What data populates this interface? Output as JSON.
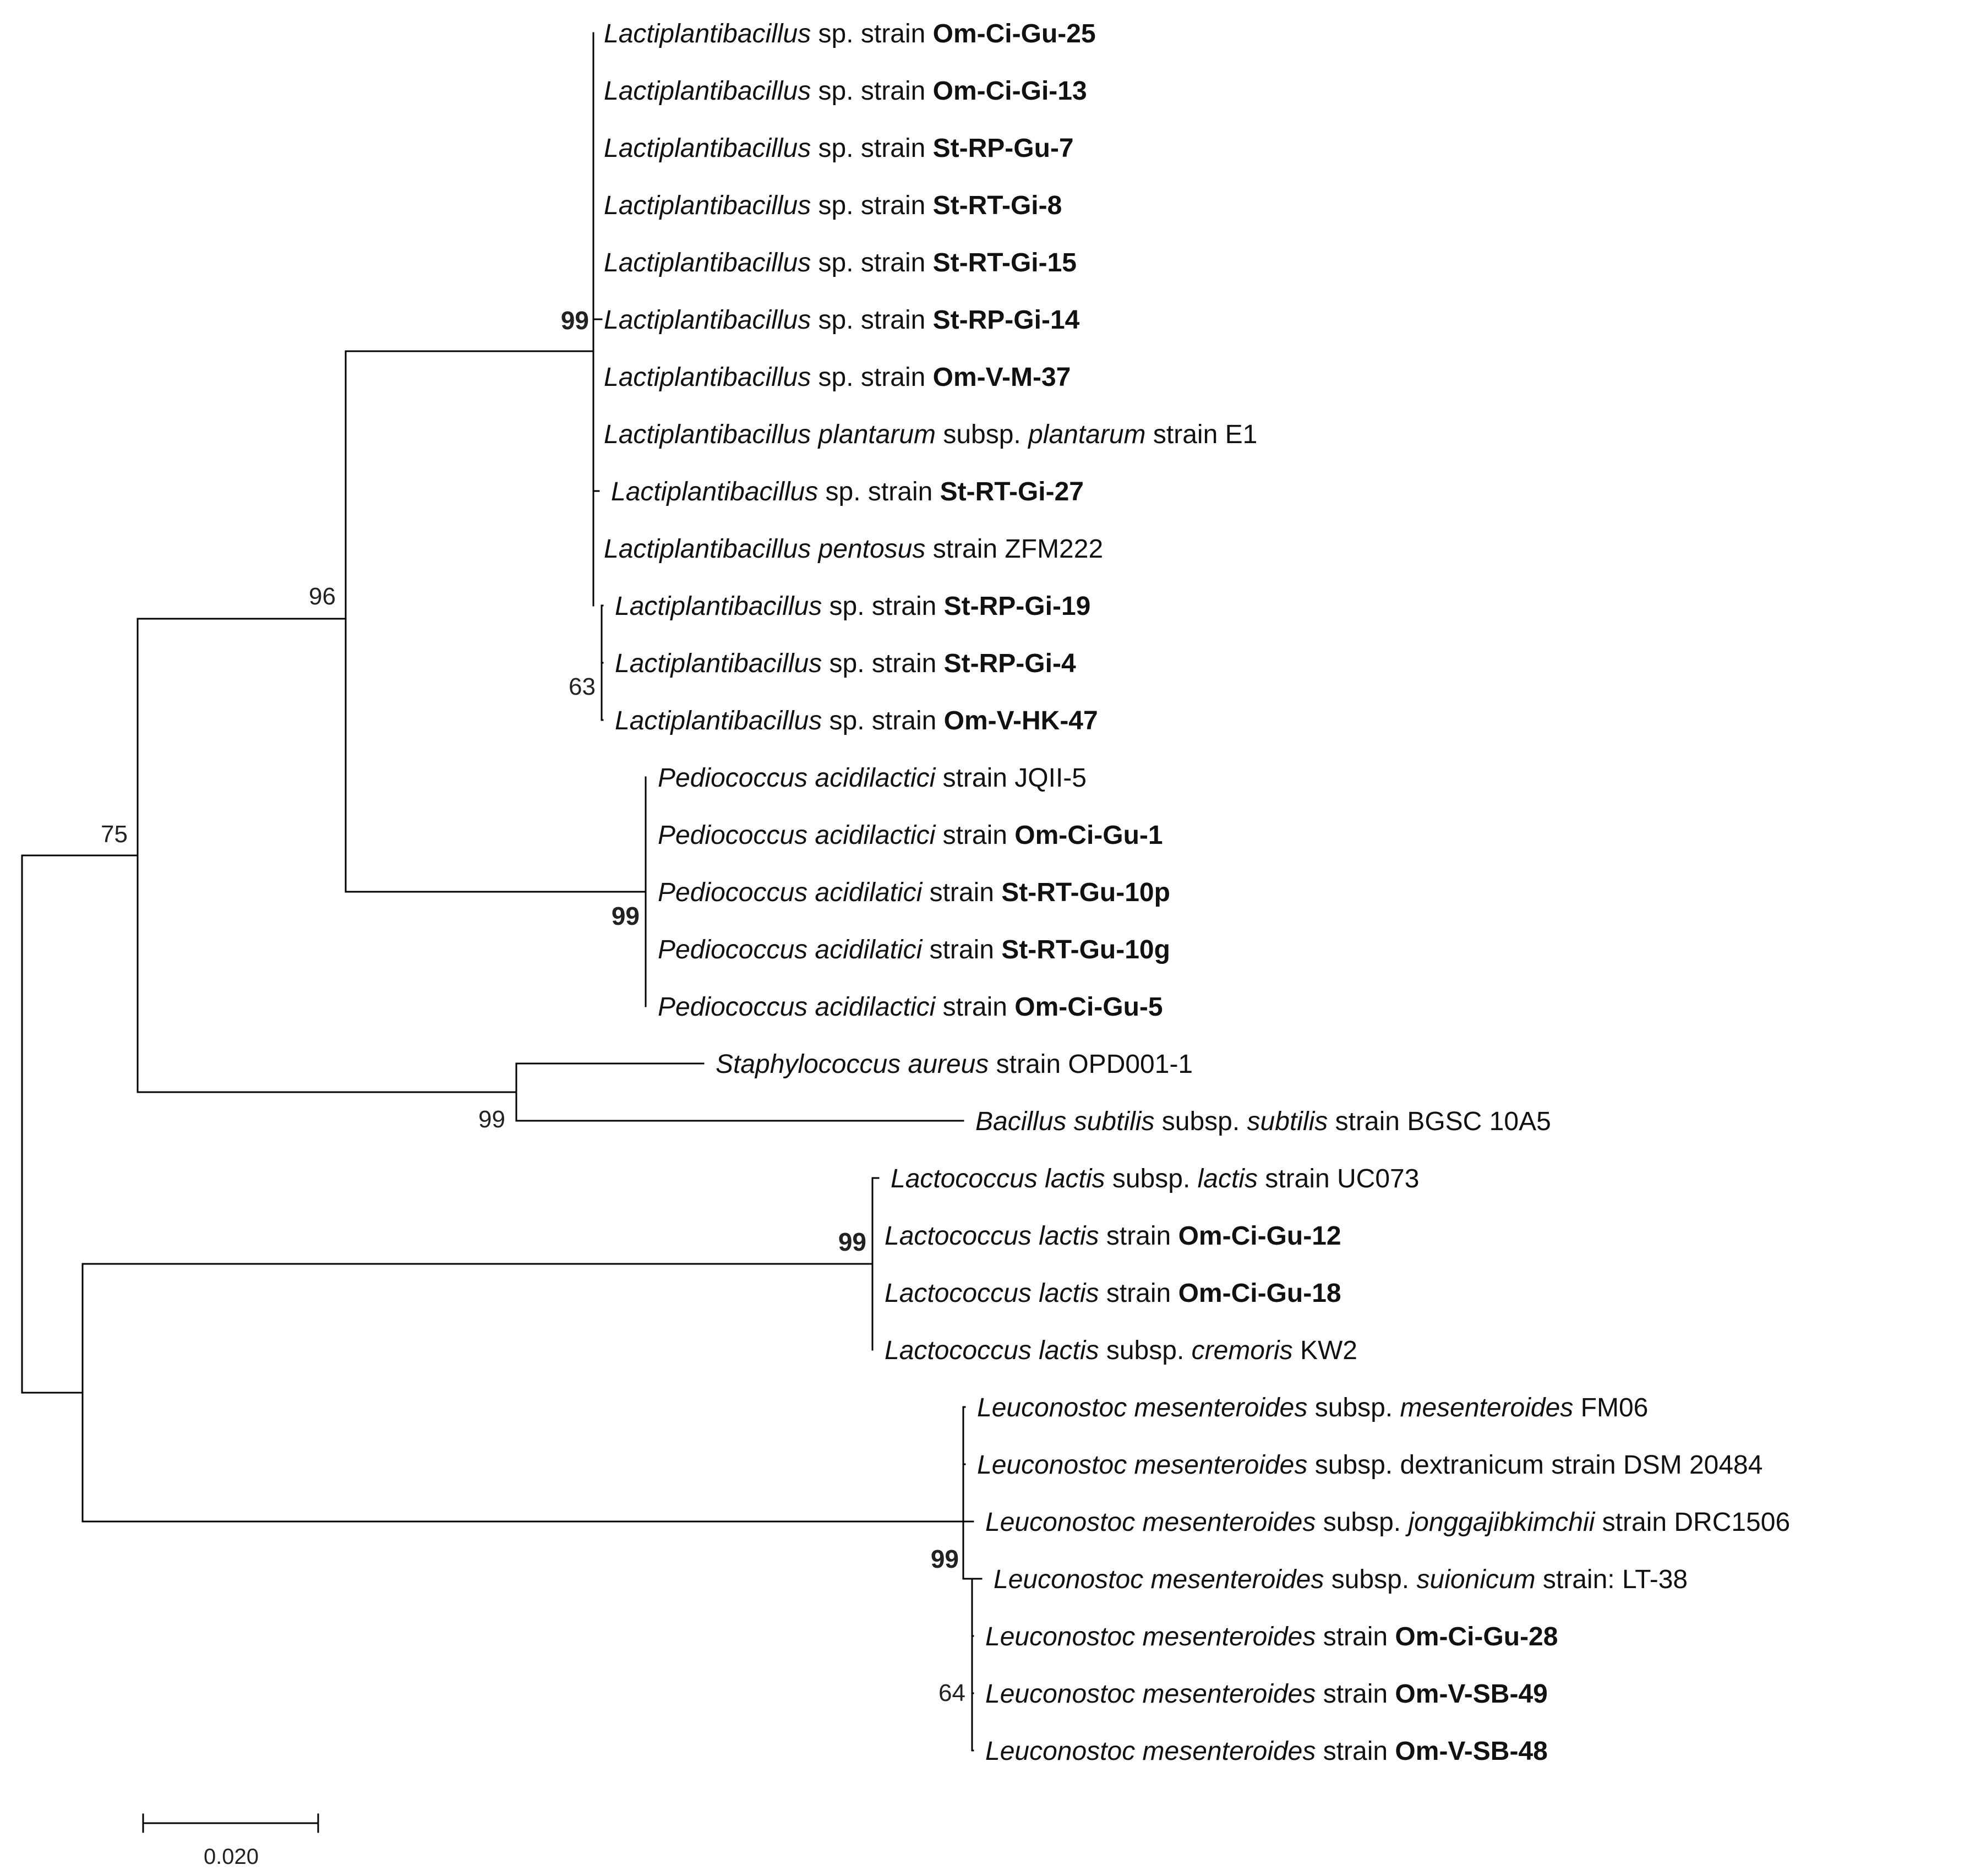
{
  "tree": {
    "leaves": [
      {
        "parts": [
          {
            "t": "Lactiplantibacillus",
            "s": "i"
          },
          {
            "t": " sp. strain "
          },
          {
            "t": "Om-Ci-Gu-25",
            "s": "b"
          }
        ]
      },
      {
        "parts": [
          {
            "t": "Lactiplantibacillus",
            "s": "i"
          },
          {
            "t": " sp. strain "
          },
          {
            "t": "Om-Ci-Gi-13",
            "s": "b"
          }
        ]
      },
      {
        "parts": [
          {
            "t": "Lactiplantibacillus",
            "s": "i"
          },
          {
            "t": " sp. strain "
          },
          {
            "t": "St-RP-Gu-7",
            "s": "b"
          }
        ]
      },
      {
        "parts": [
          {
            "t": "Lactiplantibacillus",
            "s": "i"
          },
          {
            "t": " sp. strain "
          },
          {
            "t": "St-RT-Gi-8",
            "s": "b"
          }
        ]
      },
      {
        "parts": [
          {
            "t": "Lactiplantibacillus",
            "s": "i"
          },
          {
            "t": " sp. strain "
          },
          {
            "t": "St-RT-Gi-15",
            "s": "b"
          }
        ]
      },
      {
        "parts": [
          {
            "t": "Lactiplantibacillus",
            "s": "i"
          },
          {
            "t": " sp. strain "
          },
          {
            "t": "St-RP-Gi-14",
            "s": "b"
          }
        ]
      },
      {
        "parts": [
          {
            "t": "Lactiplantibacillus",
            "s": "i"
          },
          {
            "t": " sp. strain "
          },
          {
            "t": "Om-V-M-37",
            "s": "b"
          }
        ]
      },
      {
        "parts": [
          {
            "t": "Lactiplantibacillus plantarum",
            "s": "i"
          },
          {
            "t": " subsp. "
          },
          {
            "t": "plantarum",
            "s": "i"
          },
          {
            "t": " strain E1"
          }
        ]
      },
      {
        "parts": [
          {
            "t": "Lactiplantibacillus",
            "s": "i"
          },
          {
            "t": " sp. strain "
          },
          {
            "t": "St-RT-Gi-27",
            "s": "b"
          }
        ]
      },
      {
        "parts": [
          {
            "t": "Lactiplantibacillus pentosus",
            "s": "i"
          },
          {
            "t": " strain ZFM222"
          }
        ]
      },
      {
        "parts": [
          {
            "t": "Lactiplantibacillus",
            "s": "i"
          },
          {
            "t": " sp. strain "
          },
          {
            "t": "St-RP-Gi-19",
            "s": "b"
          }
        ]
      },
      {
        "parts": [
          {
            "t": "Lactiplantibacillus",
            "s": "i"
          },
          {
            "t": " sp. strain "
          },
          {
            "t": "St-RP-Gi-4",
            "s": "b"
          }
        ]
      },
      {
        "parts": [
          {
            "t": "Lactiplantibacillus",
            "s": "i"
          },
          {
            "t": " sp. strain "
          },
          {
            "t": "Om-V-HK-47",
            "s": "b"
          }
        ]
      },
      {
        "parts": [
          {
            "t": "Pediococcus acidilactici",
            "s": "i"
          },
          {
            "t": " strain JQII-5"
          }
        ]
      },
      {
        "parts": [
          {
            "t": "Pediococcus acidilactici",
            "s": "i"
          },
          {
            "t": " strain "
          },
          {
            "t": "Om-Ci-Gu-1",
            "s": "b"
          }
        ]
      },
      {
        "parts": [
          {
            "t": "Pediococcus acidilatici",
            "s": "i"
          },
          {
            "t": " strain "
          },
          {
            "t": "St-RT-Gu-10p",
            "s": "b"
          }
        ]
      },
      {
        "parts": [
          {
            "t": "Pediococcus acidilatici",
            "s": "i"
          },
          {
            "t": " strain "
          },
          {
            "t": "St-RT-Gu-10g",
            "s": "b"
          }
        ]
      },
      {
        "parts": [
          {
            "t": "Pediococcus acidilactici",
            "s": "i"
          },
          {
            "t": " strain "
          },
          {
            "t": "Om-Ci-Gu-5",
            "s": "b"
          }
        ]
      },
      {
        "parts": [
          {
            "t": "Staphylococcus aureus",
            "s": "i"
          },
          {
            "t": " strain OPD001-1"
          }
        ]
      },
      {
        "parts": [
          {
            "t": "Bacillus subtilis",
            "s": "i"
          },
          {
            "t": " subsp. "
          },
          {
            "t": "subtilis",
            "s": "i"
          },
          {
            "t": " strain BGSC 10A5"
          }
        ]
      },
      {
        "parts": [
          {
            "t": "Lactococcus lactis",
            "s": "i"
          },
          {
            "t": " subsp. "
          },
          {
            "t": "lactis",
            "s": "i"
          },
          {
            "t": " strain UC073"
          }
        ]
      },
      {
        "parts": [
          {
            "t": "Lactococcus lactis",
            "s": "i"
          },
          {
            "t": " strain "
          },
          {
            "t": "Om-Ci-Gu-12",
            "s": "b"
          }
        ]
      },
      {
        "parts": [
          {
            "t": "Lactococcus lactis",
            "s": "i"
          },
          {
            "t": " strain "
          },
          {
            "t": "Om-Ci-Gu-18",
            "s": "b"
          }
        ]
      },
      {
        "parts": [
          {
            "t": "Lactococcus lactis",
            "s": "i"
          },
          {
            "t": " subsp. "
          },
          {
            "t": "cremoris",
            "s": "i"
          },
          {
            "t": " KW2"
          }
        ]
      },
      {
        "parts": [
          {
            "t": "Leuconostoc mesenteroides",
            "s": "i"
          },
          {
            "t": " subsp. "
          },
          {
            "t": "mesenteroides",
            "s": "i"
          },
          {
            "t": " FM06"
          }
        ]
      },
      {
        "parts": [
          {
            "t": "Leuconostoc mesenteroides",
            "s": "i"
          },
          {
            "t": " subsp. dextranicum strain DSM 20484"
          }
        ]
      },
      {
        "parts": [
          {
            "t": "Leuconostoc mesenteroides",
            "s": "i"
          },
          {
            "t": " subsp. "
          },
          {
            "t": "jonggajibkimchii",
            "s": "i"
          },
          {
            "t": " strain DRC1506"
          }
        ]
      },
      {
        "parts": [
          {
            "t": "Leuconostoc mesenteroides",
            "s": "i"
          },
          {
            "t": " subsp. "
          },
          {
            "t": "suionicum",
            "s": "i"
          },
          {
            "t": " strain: LT-38"
          }
        ]
      },
      {
        "parts": [
          {
            "t": "Leuconostoc mesenteroides",
            "s": "i"
          },
          {
            "t": " strain "
          },
          {
            "t": "Om-Ci-Gu-28",
            "s": "b"
          }
        ]
      },
      {
        "parts": [
          {
            "t": "Leuconostoc mesenteroides",
            "s": "i"
          },
          {
            "t": " strain "
          },
          {
            "t": "Om-V-SB-49",
            "s": "b"
          }
        ]
      },
      {
        "parts": [
          {
            "t": "Leuconostoc mesenteroides",
            "s": "i"
          },
          {
            "t": " strain "
          },
          {
            "t": "Om-V-SB-48",
            "s": "b"
          }
        ]
      }
    ],
    "bootstrap_values": [
      {
        "value": "99",
        "bold": true
      },
      {
        "value": "96",
        "bold": false
      },
      {
        "value": "63",
        "bold": false
      },
      {
        "value": "75",
        "bold": false
      },
      {
        "value": "99",
        "bold": true
      },
      {
        "value": "99",
        "bold": false
      },
      {
        "value": "99",
        "bold": true
      },
      {
        "value": "99",
        "bold": true
      },
      {
        "value": "64",
        "bold": false
      }
    ],
    "scale_bar": {
      "label": "0.020",
      "length": 0.02
    }
  }
}
